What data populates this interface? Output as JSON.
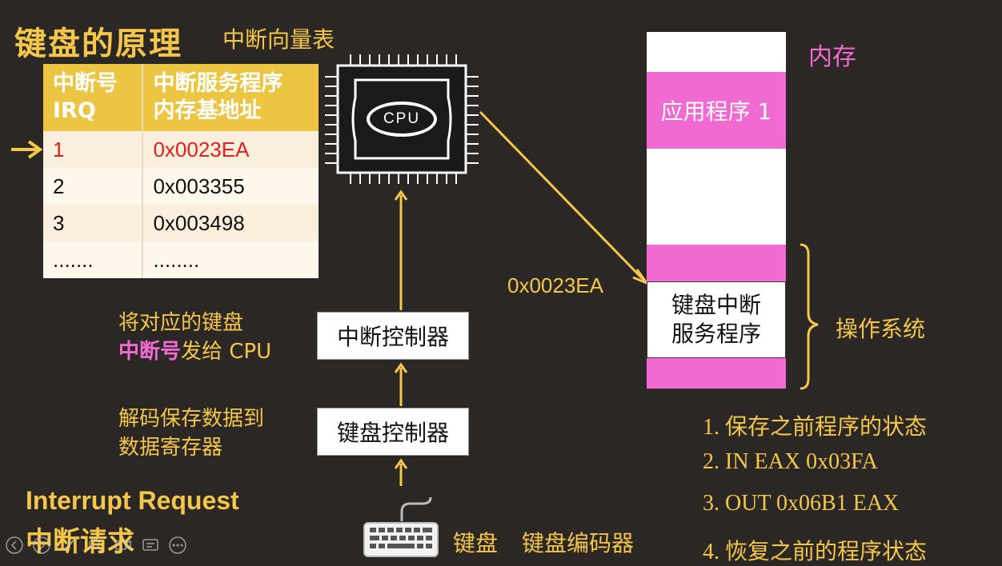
{
  "title": "键盘的原理",
  "subtitle": "中断向量表",
  "table": {
    "header": [
      "中断号\nIRQ",
      "中断服务程序\n内存基地址"
    ],
    "rows": [
      {
        "irq": "1",
        "addr": "0x0023EA"
      },
      {
        "irq": "2",
        "addr": "0x003355"
      },
      {
        "irq": "3",
        "addr": "0x003498"
      },
      {
        "irq": ".......",
        "addr": "........"
      }
    ]
  },
  "cpu_label": "CPU",
  "memory": {
    "label": "内存",
    "app": "应用程序 1",
    "isr": "键盘中断\n服务程序",
    "os": "操作系统",
    "address": "0x0023EA"
  },
  "interrupt_controller": "中断控制器",
  "keyboard_controller": "键盘控制器",
  "note_send": {
    "line1": "将对应的键盘",
    "highlight": "中断号",
    "rest": "发给 CPU"
  },
  "note_decode": {
    "line1": "解码保存数据到",
    "line2": "数据寄存器"
  },
  "irq_en": "Interrupt Request",
  "irq_cn": "中断请求",
  "keyboard": "键盘",
  "encoder": "键盘编码器",
  "steps": [
    "1. 保存之前程序的状态",
    "2. IN EAX 0x03FA",
    "3. OUT 0x06B1 EAX",
    "4. 恢复之前的程序状态"
  ],
  "colors": {
    "accent": "#f4c64a",
    "pink": "#f06ad2",
    "red": "#e0201f",
    "header": "#ecc542"
  }
}
